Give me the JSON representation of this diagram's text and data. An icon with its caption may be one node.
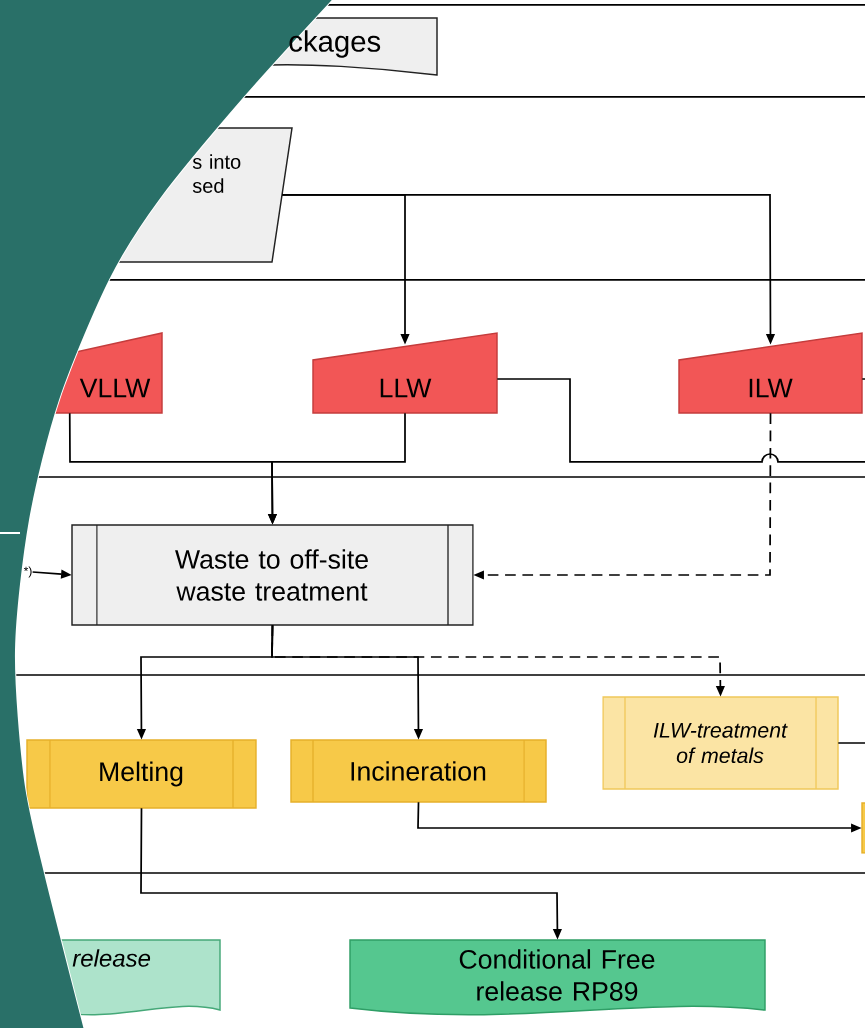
{
  "diagram": {
    "nodes": [
      {
        "text": [
          "ckages"
        ]
      },
      {
        "text": [
          "s into sed"
        ]
      },
      {
        "text": [
          "VLLW"
        ]
      },
      {
        "text": [
          "LLW"
        ]
      },
      {
        "text": [
          "ILW"
        ]
      },
      {
        "text": [
          "*)"
        ]
      },
      {
        "text": [
          "Waste to off-site waste treatment"
        ]
      },
      {
        "text": [
          "ILW-treatment of metals"
        ]
      },
      {
        "text": [
          "Melting"
        ]
      },
      {
        "text": [
          "Incineration"
        ]
      },
      {
        "text": [],
        "shape": "box"
      },
      {
        "text": [
          "release"
        ]
      },
      {
        "text": [
          "Conditional Free release RP89"
        ]
      }
    ],
    "edges": [
      {
        "from": 1,
        "to": 3,
        "arrow": "to"
      },
      {
        "from": 1,
        "to": 4,
        "arrow": "to"
      },
      {
        "from": 2,
        "to": 6,
        "arrow": "to"
      },
      {
        "from": 3,
        "to": 6,
        "arrow": "to"
      },
      {
        "from": 3,
        "to": null,
        "arrow": "none"
      },
      {
        "from": 4,
        "to": null,
        "arrow": "none"
      },
      {
        "from": 4,
        "to": 6,
        "arrow": "to",
        "style": "dashed"
      },
      {
        "from": 5,
        "to": 6,
        "arrow": "to"
      },
      {
        "from": 6,
        "to": 8,
        "arrow": "to"
      },
      {
        "from": 6,
        "to": 9,
        "arrow": "to"
      },
      {
        "from": 6,
        "to": 7,
        "arrow": "to",
        "style": "dashed"
      },
      {
        "from": 7,
        "to": null,
        "arrow": "none"
      },
      {
        "from": 9,
        "to": 10,
        "arrow": "to"
      },
      {
        "from": 8,
        "to": 12,
        "arrow": "to"
      }
    ]
  }
}
